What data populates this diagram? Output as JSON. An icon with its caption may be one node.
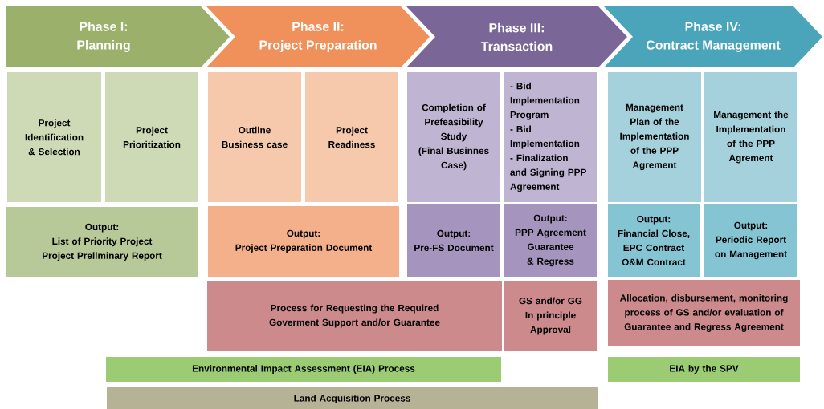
{
  "diagram": {
    "nodes": [
      {
        "text": [
          "Phase I:",
          "Planning"
        ]
      },
      {
        "text": [
          "Phase II:",
          "Project Preparation"
        ]
      },
      {
        "text": [
          "Phase III:",
          "Transaction"
        ]
      },
      {
        "text": [
          "Phase IV:",
          "Contract Management"
        ]
      },
      {
        "text": [
          "Project Identification & Selection"
        ]
      },
      {
        "text": [
          "Project Prioritization"
        ]
      },
      {
        "text": [
          "Outline Business case"
        ]
      },
      {
        "text": [
          "Project Readiness"
        ]
      },
      {
        "text": [
          "Completion of Prefeasibility Study",
          "(Final Businnes Case)"
        ]
      },
      {
        "text": [
          "- Bid Implementation Program",
          "- Bid Implementation",
          "- Finalization and Signing PPP Agreement"
        ]
      },
      {
        "text": [
          "Management Plan of the Implementation of the PPP Agrement"
        ]
      },
      {
        "text": [
          "Management the Implementation of the PPP Agrement"
        ]
      },
      {
        "text": [
          "Output:",
          "List of Priority Project",
          "Project Prellminary Report"
        ]
      },
      {
        "text": [
          "Output:",
          "Project Preparation Document"
        ]
      },
      {
        "text": [
          "Output:",
          "Pre-FS Document"
        ]
      },
      {
        "text": [
          "Output:",
          "PPP Agreement Guarantee & Regress"
        ]
      },
      {
        "text": [
          "Output:",
          "Financial Close,",
          "EPC Contract",
          "O&M Contract"
        ]
      },
      {
        "text": [
          "Output:",
          "Periodic Report on Management"
        ]
      },
      {
        "text": [
          "Process for Requesting the Required Goverment Support and/or Guarantee"
        ]
      },
      {
        "text": [
          "GS and/or GG In principle Approval"
        ]
      },
      {
        "text": [
          "Allocation, disbursement, monitoring",
          "process of GS and/or evaluation of Guarantee and Regress Agreement"
        ]
      },
      {
        "text": [
          "Environmental Impact Assessment (EIA) Process"
        ]
      },
      {
        "text": [
          "EIA by the SPV"
        ]
      },
      {
        "text": [
          "Land Acquisition Process"
        ]
      }
    ]
  }
}
